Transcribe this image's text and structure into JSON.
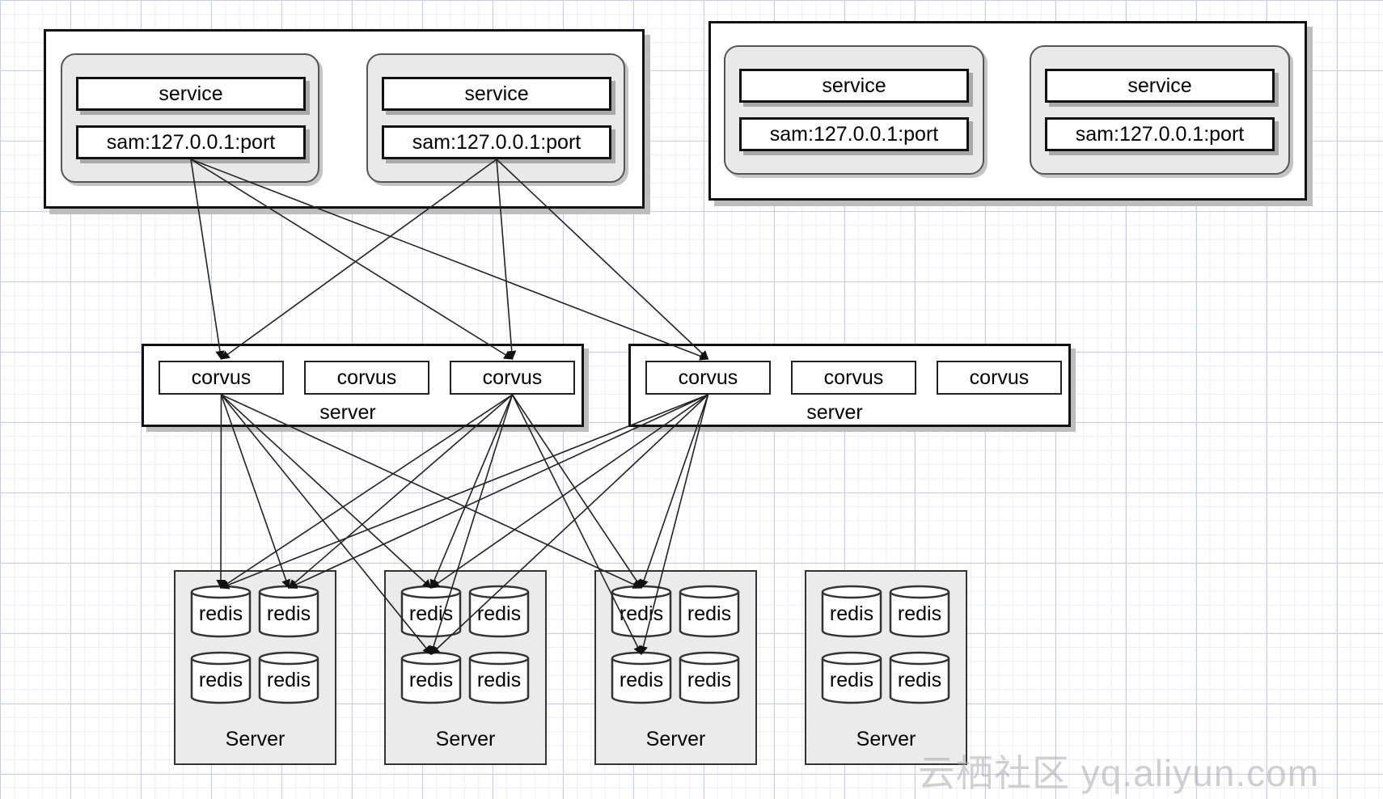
{
  "service_groups": [
    {
      "instances": [
        {
          "name": "service",
          "address": "sam:127.0.0.1:port"
        },
        {
          "name": "service",
          "address": "sam:127.0.0.1:port"
        }
      ]
    },
    {
      "instances": [
        {
          "name": "service",
          "address": "sam:127.0.0.1:port"
        },
        {
          "name": "service",
          "address": "sam:127.0.0.1:port"
        }
      ]
    }
  ],
  "proxy_servers": [
    {
      "label": "server",
      "proxies": [
        "corvus",
        "corvus",
        "corvus"
      ]
    },
    {
      "label": "server",
      "proxies": [
        "corvus",
        "corvus",
        "corvus"
      ]
    }
  ],
  "redis_servers": [
    {
      "label": "Server",
      "nodes": [
        "redis",
        "redis",
        "redis",
        "redis"
      ]
    },
    {
      "label": "Server",
      "nodes": [
        "redis",
        "redis",
        "redis",
        "redis"
      ]
    },
    {
      "label": "Server",
      "nodes": [
        "redis",
        "redis",
        "redis",
        "redis"
      ]
    },
    {
      "label": "Server",
      "nodes": [
        "redis",
        "redis",
        "redis",
        "redis"
      ]
    }
  ],
  "connections": {
    "service_to_corvus": [
      [
        "svc-0-0",
        "corvus-0-0"
      ],
      [
        "svc-0-0",
        "corvus-0-2"
      ],
      [
        "svc-0-0",
        "corvus-1-0"
      ],
      [
        "svc-0-1",
        "corvus-0-0"
      ],
      [
        "svc-0-1",
        "corvus-0-2"
      ],
      [
        "svc-0-1",
        "corvus-1-0"
      ]
    ],
    "corvus_to_redis": [
      [
        "corvus-0-0",
        "redis-0-0"
      ],
      [
        "corvus-0-0",
        "redis-0-1"
      ],
      [
        "corvus-0-0",
        "redis-1-0"
      ],
      [
        "corvus-0-0",
        "redis-1-2"
      ],
      [
        "corvus-0-0",
        "redis-2-0"
      ],
      [
        "corvus-0-2",
        "redis-0-0"
      ],
      [
        "corvus-0-2",
        "redis-0-1"
      ],
      [
        "corvus-0-2",
        "redis-1-0"
      ],
      [
        "corvus-0-2",
        "redis-1-2"
      ],
      [
        "corvus-0-2",
        "redis-2-0"
      ],
      [
        "corvus-0-2",
        "redis-2-2"
      ],
      [
        "corvus-1-0",
        "redis-0-0"
      ],
      [
        "corvus-1-0",
        "redis-0-1"
      ],
      [
        "corvus-1-0",
        "redis-1-0"
      ],
      [
        "corvus-1-0",
        "redis-1-2"
      ],
      [
        "corvus-1-0",
        "redis-2-0"
      ],
      [
        "corvus-1-0",
        "redis-2-2"
      ]
    ]
  },
  "watermark": "云栖社区 yq.aliyun.com"
}
